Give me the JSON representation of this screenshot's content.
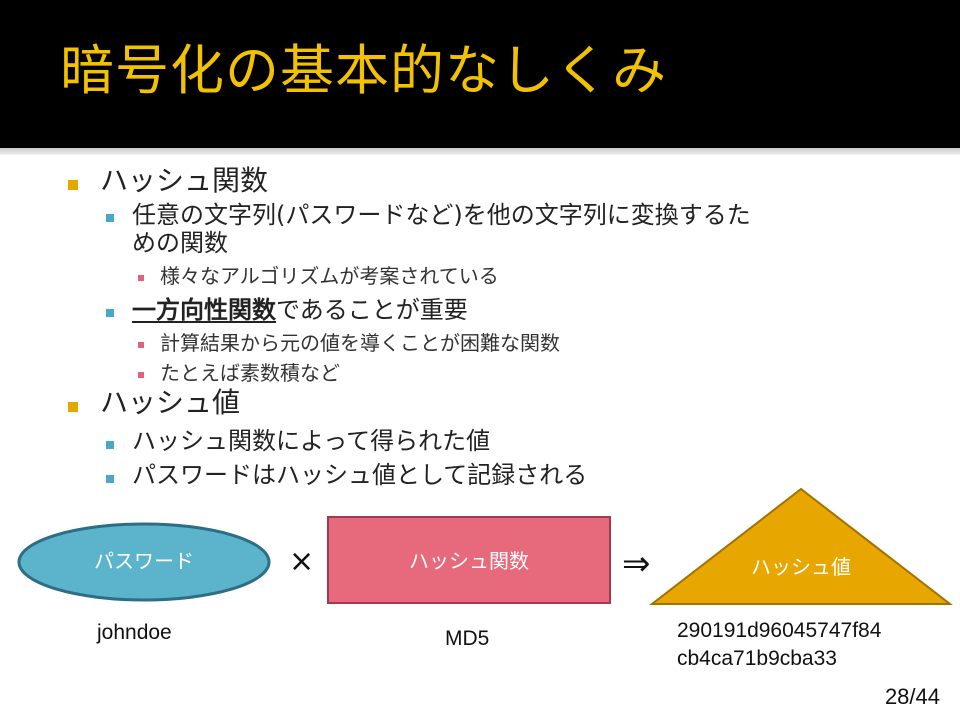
{
  "slide": {
    "title": "暗号化の基本的なしくみ",
    "page_number": "28/44"
  },
  "bullets": {
    "hash_function": "ハッシュ関数",
    "hash_function_desc_line1": "任意の文字列(パスワードなど)を他の文字列に変換するた",
    "hash_function_desc_line2": "めの関数",
    "algorithms": "様々なアルゴリズムが考案されている",
    "one_way_strong": "一方向性関数",
    "one_way_rest": "であることが重要",
    "hard_to_invert": "計算結果から元の値を導くことが困難な関数",
    "prime_example": "たとえば素数積など",
    "hash_value": "ハッシュ値",
    "hash_value_desc": "ハッシュ関数によって得られた値",
    "stored_as_hash": "パスワードはハッシュ値として記録される"
  },
  "diagram": {
    "password_label": "パスワード",
    "times_symbol": "×",
    "function_label": "ハッシュ関数",
    "arrow_symbol": "⇒",
    "hash_label": "ハッシュ値",
    "password_example": "johndoe",
    "function_example": "MD5",
    "hash_line1": "290191d96045747f84",
    "hash_line2": "cb4ca71b9cba33",
    "colors": {
      "ellipse_fill": "#5bb3cc",
      "ellipse_stroke": "#2c6e86",
      "rect_fill": "#e66a7c",
      "rect_stroke": "#a03a4c",
      "triangle_fill": "#e8a600",
      "triangle_stroke": "#a07200"
    }
  },
  "theme": {
    "title_color": "#f2c200",
    "title_background": "#000000"
  }
}
